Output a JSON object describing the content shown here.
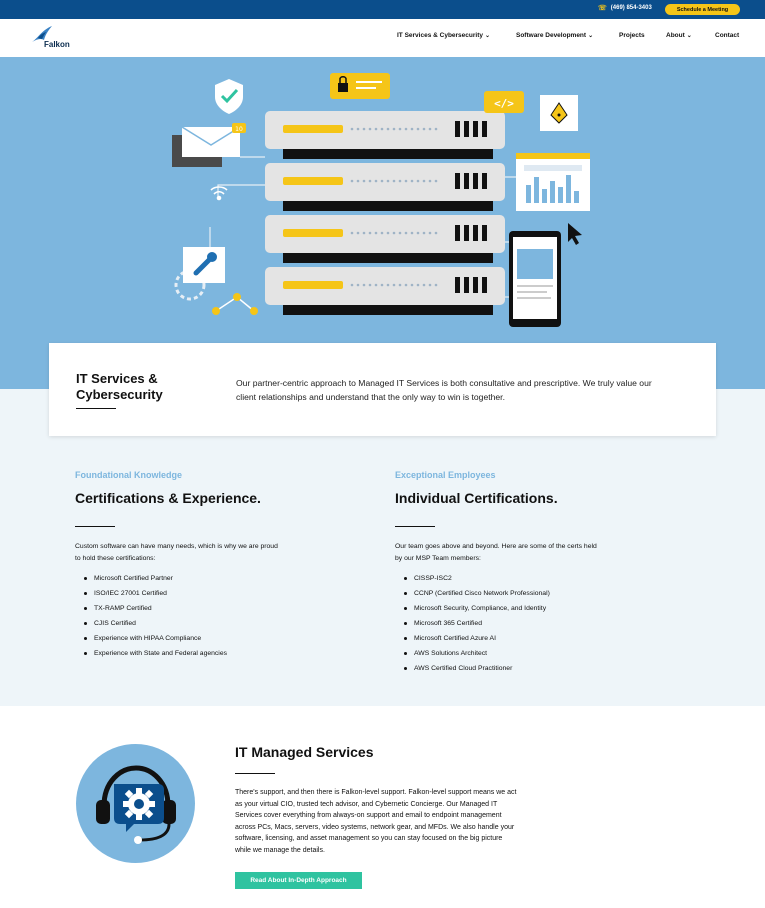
{
  "topbar": {
    "phone": "(469) 854-3403",
    "cta": "Schedule a Meeting"
  },
  "brand": {
    "name": "Falkon"
  },
  "nav": {
    "items": [
      {
        "label": "IT Services & Cybersecurity",
        "dropdown": true
      },
      {
        "label": "Software Development",
        "dropdown": true
      },
      {
        "label": "Projects",
        "dropdown": false
      },
      {
        "label": "About",
        "dropdown": true
      },
      {
        "label": "Contact",
        "dropdown": false
      }
    ]
  },
  "hero": {
    "illustration": "servers-and-devices",
    "badge_count": "10"
  },
  "intro": {
    "title": "IT Services & Cybersecurity",
    "description": "Our partner-centric approach to Managed IT Services is both consultative and prescriptive. We truly value our client relationships and understand that the only way to win is together."
  },
  "left": {
    "eyebrow": "Foundational Knowledge",
    "heading": "Certifications & Experience.",
    "body": "Custom software can have many needs, which is why we are proud to hold these certifications:",
    "items": [
      "Microsoft Certified Partner",
      "ISO/IEC 27001 Certified",
      "TX-RAMP Certified",
      "CJIS Certified",
      "Experience with HIPAA Compliance",
      "Experience with State and Federal agencies"
    ]
  },
  "right": {
    "eyebrow": "Exceptional Employees",
    "heading": "Individual Certifications.",
    "body": "Our team goes above and beyond. Here are some of the certs held by our MSP Team members:",
    "items": [
      "CISSP-ISC2",
      "CCNP (Certified Cisco Network Professional)",
      "Microsoft Security, Compliance, and Identity",
      "Microsoft 365 Certified",
      "Microsoft Certified Azure AI",
      "AWS Solutions Architect",
      "AWS Certified Cloud Practitioner"
    ]
  },
  "managed": {
    "icon": "headset-gear-icon",
    "heading": "IT Managed Services",
    "body": "There's support, and then there is Falkon-level support. Falkon-level support means we act as your virtual CIO, trusted tech advisor, and Cybernetic Concierge. Our Managed IT Services cover everything from always-on support and email to endpoint management across PCs, Macs, servers, video systems, network gear, and MFDs. We also handle your software, licensing, and asset management so you can stay focused on the big picture while we manage the details.",
    "button": "Read About In-Depth Approach"
  },
  "colors": {
    "topbar": "#0b4e8c",
    "accent_yellow": "#f5c518",
    "hero_blue": "#7db6de",
    "light_bg": "#eef5f9",
    "button_green": "#2fc3a0"
  }
}
